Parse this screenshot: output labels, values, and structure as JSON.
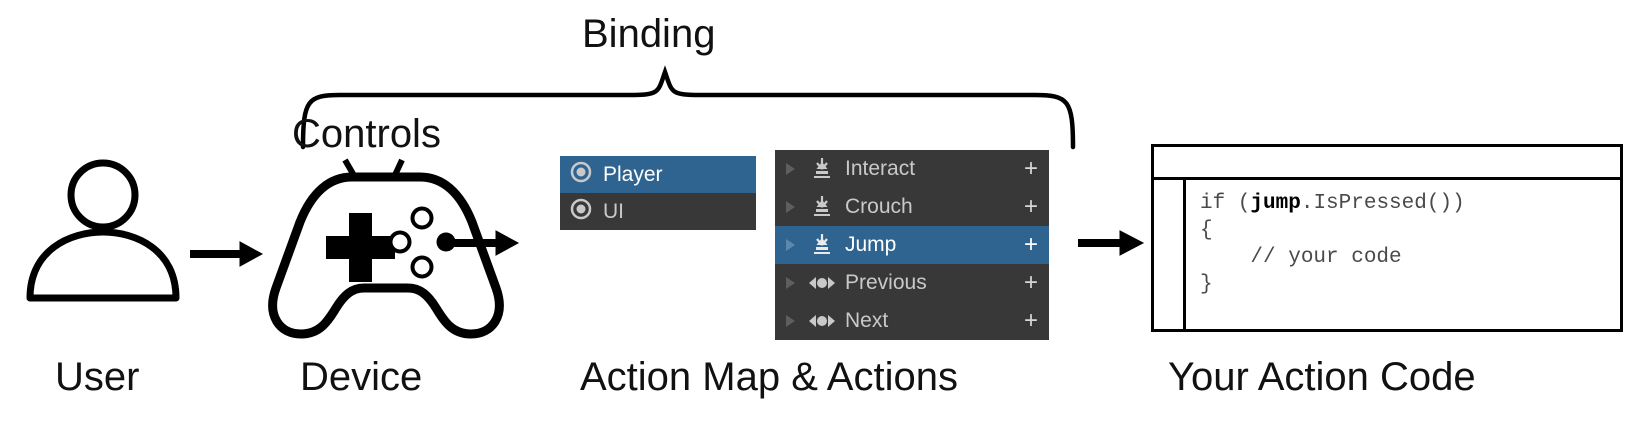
{
  "diagram": {
    "title_brace": "Binding",
    "controls_label": "Controls",
    "stage_labels": {
      "user": "User",
      "device": "Device",
      "action_map": "Action Map & Actions",
      "code": "Your Action Code"
    },
    "icons": {
      "user": "user-silhouette-icon",
      "device": "gamepad-icon",
      "flow_arrow": "right-arrow-icon",
      "brace": "curly-brace-icon",
      "pointer_arrow": "control-pointer-arrow-icon"
    }
  },
  "action_maps": {
    "panel_name": "action-map-list",
    "items": [
      {
        "label": "Player",
        "icon": "action-map-ring-icon",
        "selected": true
      },
      {
        "label": "UI",
        "icon": "action-map-ring-icon",
        "selected": false
      }
    ]
  },
  "actions": {
    "panel_name": "actions-list",
    "add_label": "+",
    "items": [
      {
        "label": "Interact",
        "icon": "button-action-icon",
        "selected": false,
        "expanded": false
      },
      {
        "label": "Crouch",
        "icon": "button-action-icon",
        "selected": false,
        "expanded": false
      },
      {
        "label": "Jump",
        "icon": "button-action-icon",
        "selected": true,
        "expanded": false
      },
      {
        "label": "Previous",
        "icon": "axis-1d-action-icon",
        "selected": false,
        "expanded": false
      },
      {
        "label": "Next",
        "icon": "axis-1d-action-icon",
        "selected": false,
        "expanded": false
      }
    ]
  },
  "code_window": {
    "title": "",
    "lines": [
      {
        "pre": "if (",
        "bold": "jump",
        "post": ".IsPressed())"
      },
      {
        "pre": "{",
        "bold": "",
        "post": ""
      },
      {
        "pre": "    // your code",
        "bold": "",
        "post": ""
      },
      {
        "pre": "}",
        "bold": "",
        "post": ""
      }
    ],
    "full_text": "if (jump.IsPressed())\n{\n    // your code\n}"
  },
  "colors": {
    "panel_bg": "#383838",
    "selection": "#2f6491",
    "text": "#c9c9c9",
    "selected_text": "#ffffff",
    "ink": "#000000",
    "page_bg": "#ffffff"
  }
}
